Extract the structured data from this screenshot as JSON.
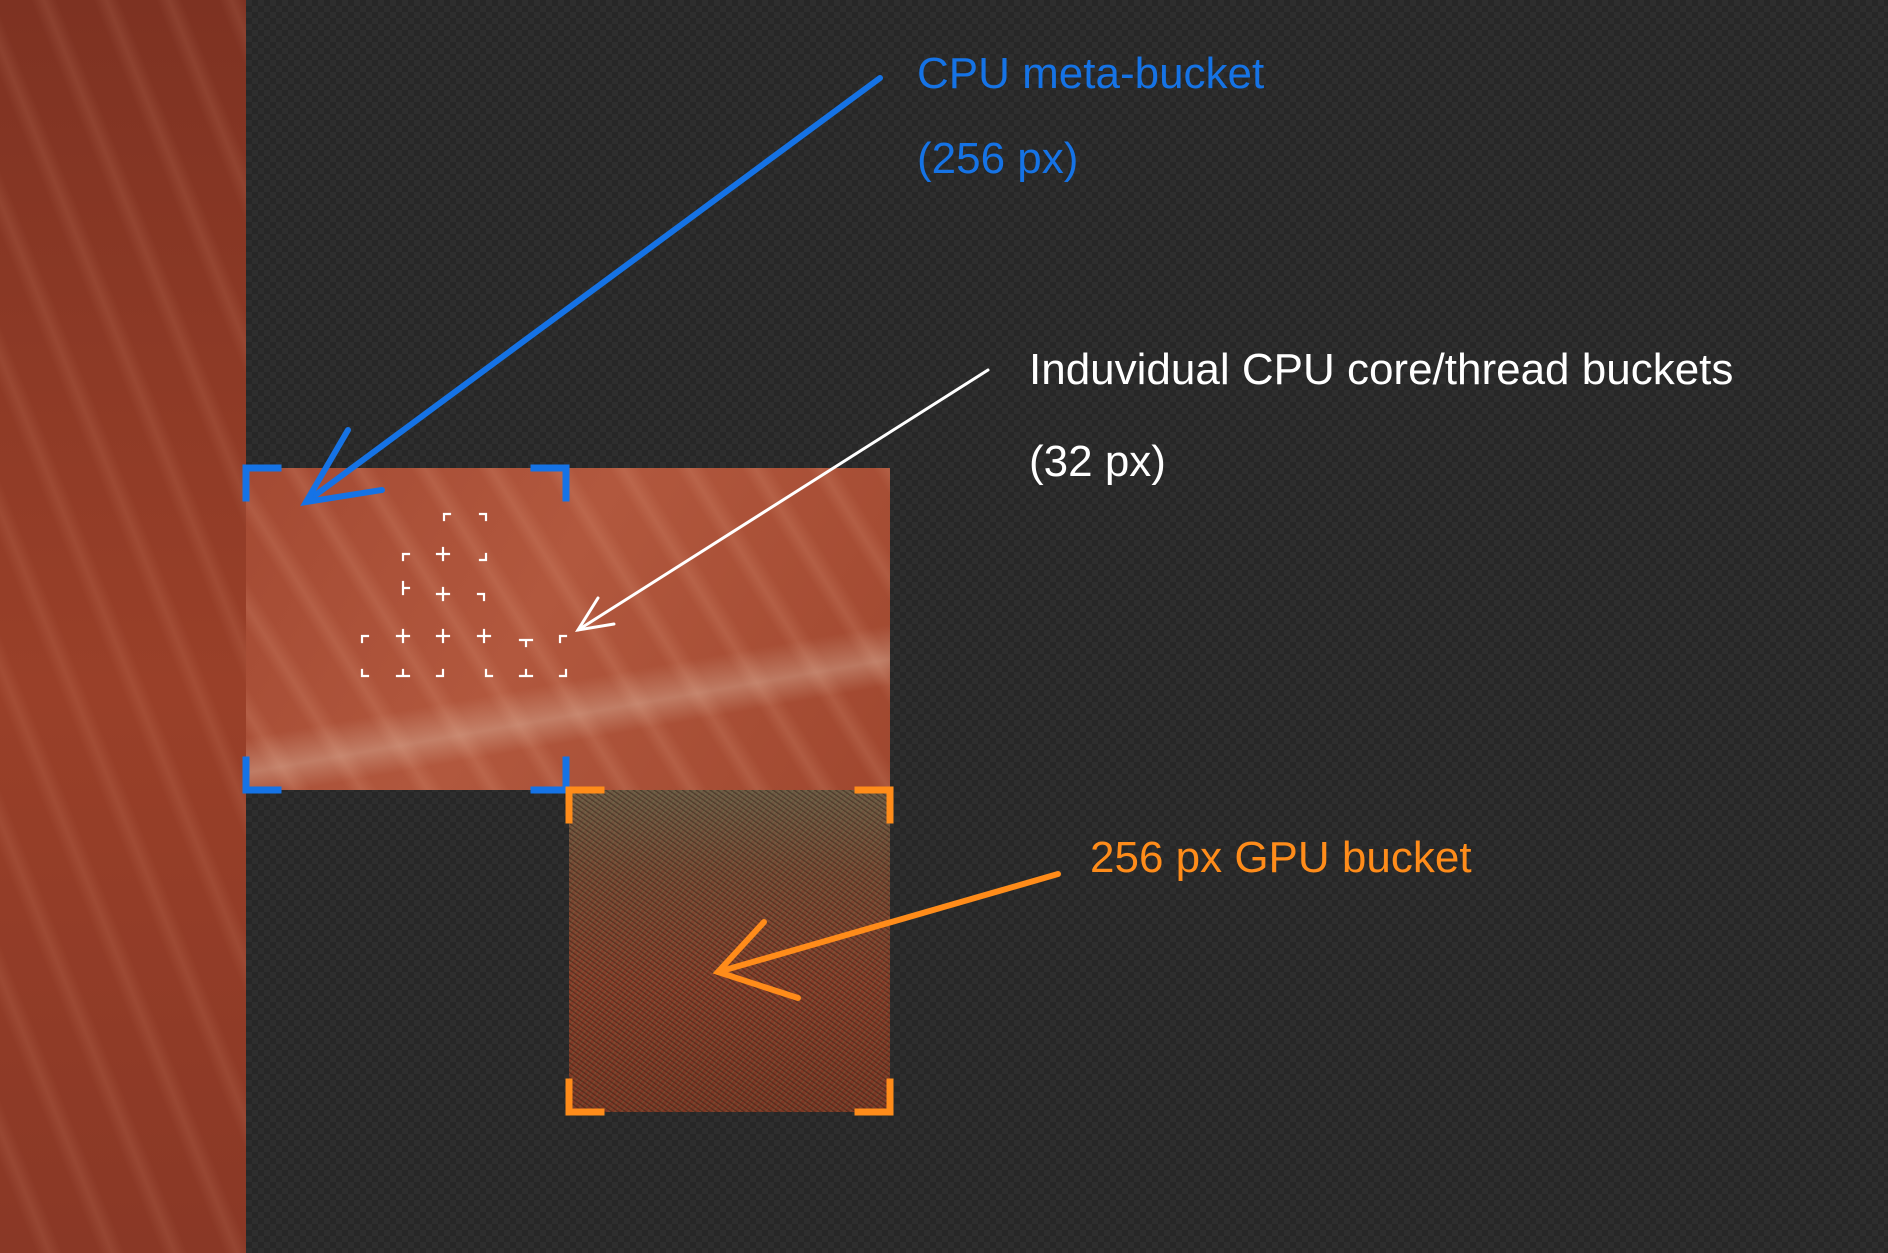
{
  "annotations": {
    "cpu_meta_bucket": {
      "title": "CPU meta-bucket",
      "size": "(256 px)",
      "color": "#1573e6"
    },
    "core_buckets": {
      "title": "Induvidual CPU core/thread buckets",
      "size": "(32 px)",
      "color": "#ffffff"
    },
    "gpu_bucket": {
      "title": "256 px GPU bucket",
      "color": "#ff8c1a"
    }
  },
  "viewport": {
    "background": "dark checkerboard (transparent render area)"
  }
}
